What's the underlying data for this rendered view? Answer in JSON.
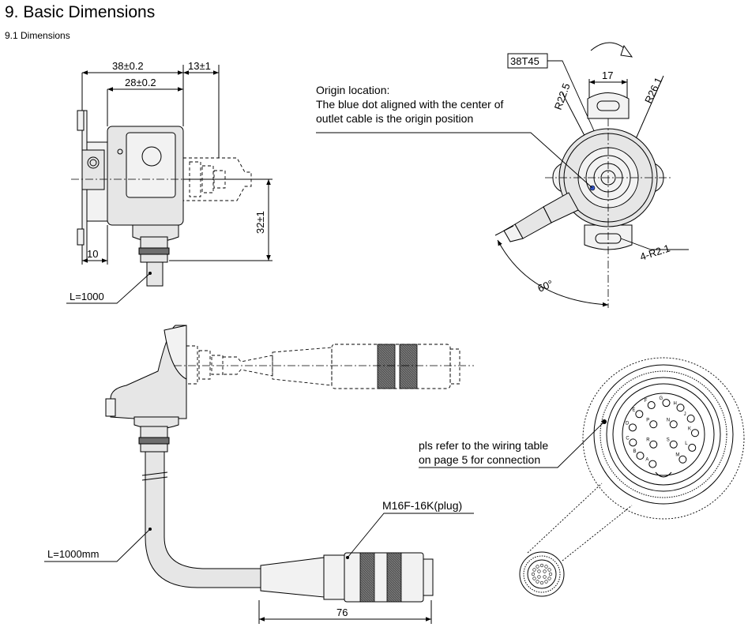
{
  "header": {
    "title": "9.  Basic Dimensions",
    "subtitle": "9.1  Dimensions"
  },
  "side_view": {
    "dim_overall": "38±0.2",
    "dim_body": "28±0.2",
    "dim_shaft": "13±1",
    "dim_height": "32±1",
    "dim_flange": "10",
    "cable_length": "L=1000"
  },
  "front_view": {
    "origin_title": "Origin location:",
    "origin_line1": "The blue dot aligned with the center of",
    "origin_line2": "outlet cable is the origin position",
    "tolerance_box": "38T45",
    "dim_17": "17",
    "r_22_5": "R22.5",
    "r_26_1": "R26.1",
    "slots": "4-R2.1",
    "angle": "60°"
  },
  "cable_view": {
    "cable_length": "L=1000mm",
    "plug_label": "M16F-16K(plug)",
    "plug_length": "76"
  },
  "connector_view": {
    "note_line1": "pls refer to the wiring table",
    "note_line2": "on page 5 for connection",
    "pins": [
      "A",
      "B",
      "C",
      "D",
      "E",
      "F",
      "G",
      "H",
      "J",
      "K",
      "L",
      "M",
      "N",
      "P",
      "R",
      "S"
    ]
  }
}
